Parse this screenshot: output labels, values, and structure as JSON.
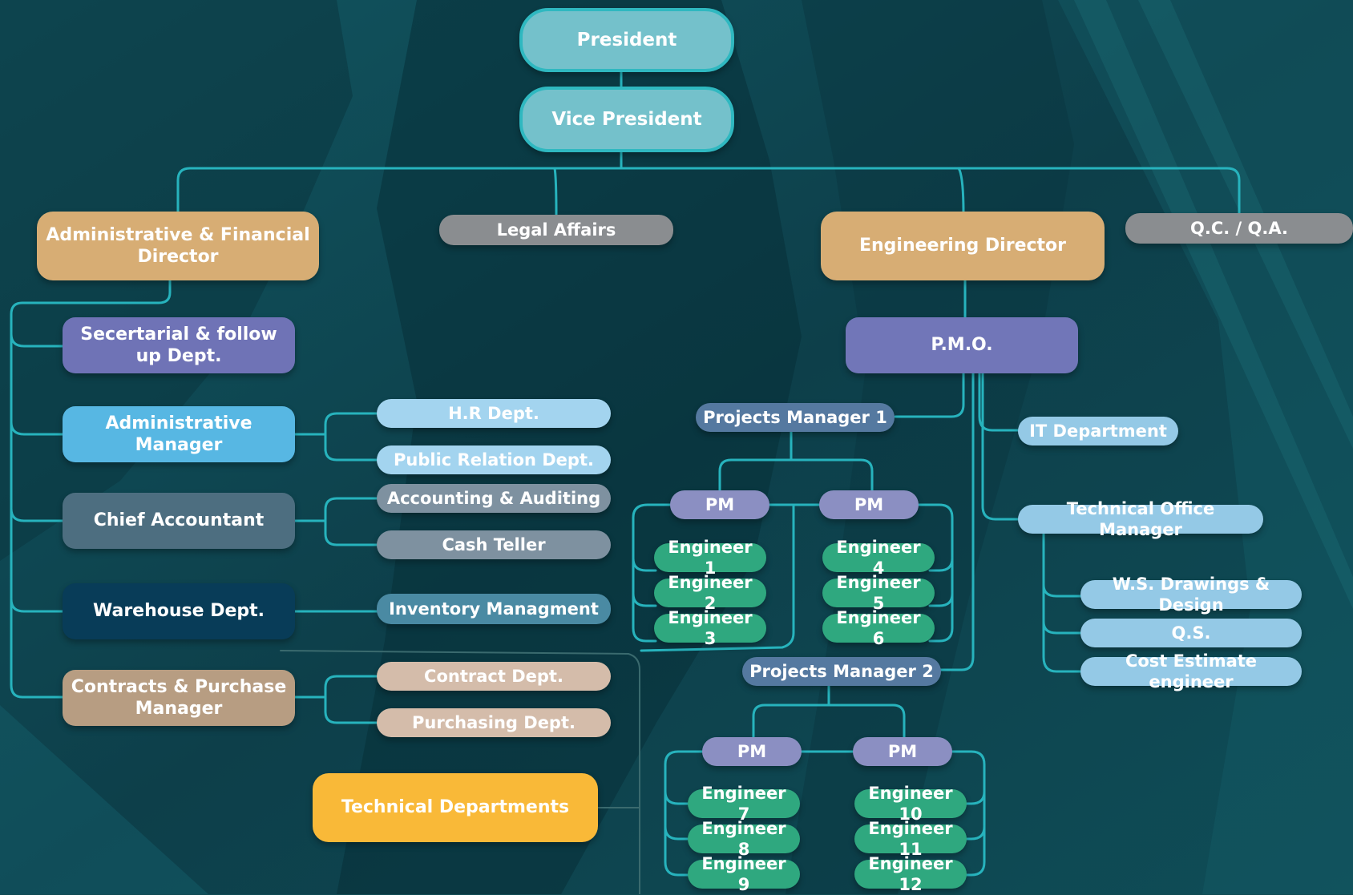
{
  "colors": {
    "background": "#0f4a52",
    "connector": "#27b3bd",
    "top": "#74c1cb",
    "director": "#d7ad74",
    "gray": "#8a8d90",
    "pmo": "#7176b8",
    "secretarial": "#6f73b6",
    "admin_manager": "#57b7e3",
    "chief_accountant": "#4d6e80",
    "warehouse": "#083c58",
    "contracts": "#b79d82",
    "hr": "#a3d4ef",
    "accounting": "#7e91a0",
    "inventory": "#4a8aa3",
    "contract_dept": "#d4bcaa",
    "technical": "#f9b938",
    "projects_manager": "#5579a0",
    "pm": "#8b8fc2",
    "engineer": "#2fa87f",
    "light_blue": "#94c9e6"
  },
  "nodes": {
    "president": "President",
    "vice_president": "Vice President",
    "admin_financial_director": "Administrative & Financial Director",
    "legal_affairs": "Legal Affairs",
    "engineering_director": "Engineering Director",
    "qc_qa": "Q.C. / Q.A.",
    "secretarial": "Secertarial & follow up Dept.",
    "administrative_manager": "Administrative Manager",
    "chief_accountant": "Chief Accountant",
    "warehouse": "Warehouse Dept.",
    "contracts_purchase_manager": "Contracts & Purchase Manager",
    "hr_dept": "H.R Dept.",
    "public_relation": "Public Relation Dept.",
    "accounting_auditing": "Accounting & Auditing",
    "cash_teller": "Cash Teller",
    "inventory": "Inventory Managment",
    "contract_dept": "Contract Dept.",
    "purchasing_dept": "Purchasing Dept.",
    "technical_departments": "Technical Departments",
    "pmo": "P.M.O.",
    "projects_manager_1": "Projects Manager 1",
    "projects_manager_2": "Projects Manager 2",
    "pm": "PM",
    "it_department": "IT Department",
    "technical_office_manager": "Technical Office Manager",
    "ws_drawings": "W.S. Drawings & Design",
    "qs": "Q.S.",
    "cost_estimate": "Cost Estimate engineer",
    "engineer_1": "Engineer 1",
    "engineer_2": "Engineer 2",
    "engineer_3": "Engineer 3",
    "engineer_4": "Engineer 4",
    "engineer_5": "Engineer 5",
    "engineer_6": "Engineer 6",
    "engineer_7": "Engineer 7",
    "engineer_8": "Engineer 8",
    "engineer_9": "Engineer 9",
    "engineer_10": "Engineer 10",
    "engineer_11": "Engineer 11",
    "engineer_12": "Engineer 12"
  }
}
